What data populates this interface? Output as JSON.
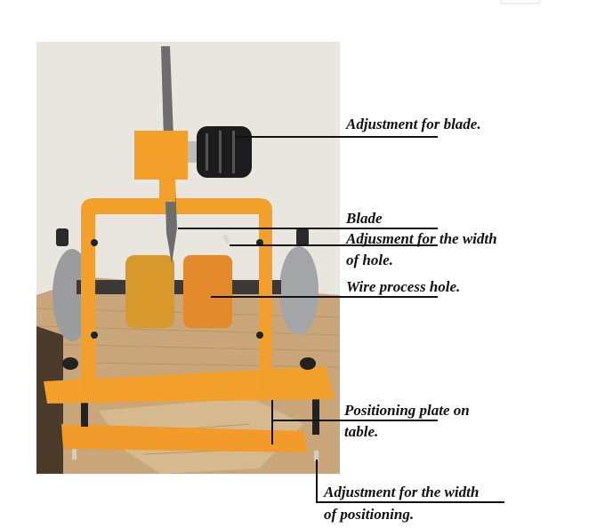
{
  "figure": {
    "subject": "Wire stripping machine with labeled parts",
    "colors": {
      "frame_orange": "#f2a02a",
      "roller_orange": "#e0922a",
      "wall": "#e9e6df",
      "wood": "#c9a77a",
      "metal_gray": "#9a9c9e",
      "knob_black": "#1c1c1c",
      "text": "#111111"
    }
  },
  "labels": {
    "adjustment_blade": "Adjustment for blade.",
    "blade": "Blade",
    "adjust_hole_line1": "Adjusment for the width",
    "adjust_hole_line2": "of hole.",
    "wire_process_hole": "Wire process hole.",
    "positioning_plate_line1": "Positioning plate on",
    "positioning_plate_line2": "table.",
    "adjust_positioning_line1": "Adjustment for the width",
    "adjust_positioning_line2": "of positioning."
  }
}
